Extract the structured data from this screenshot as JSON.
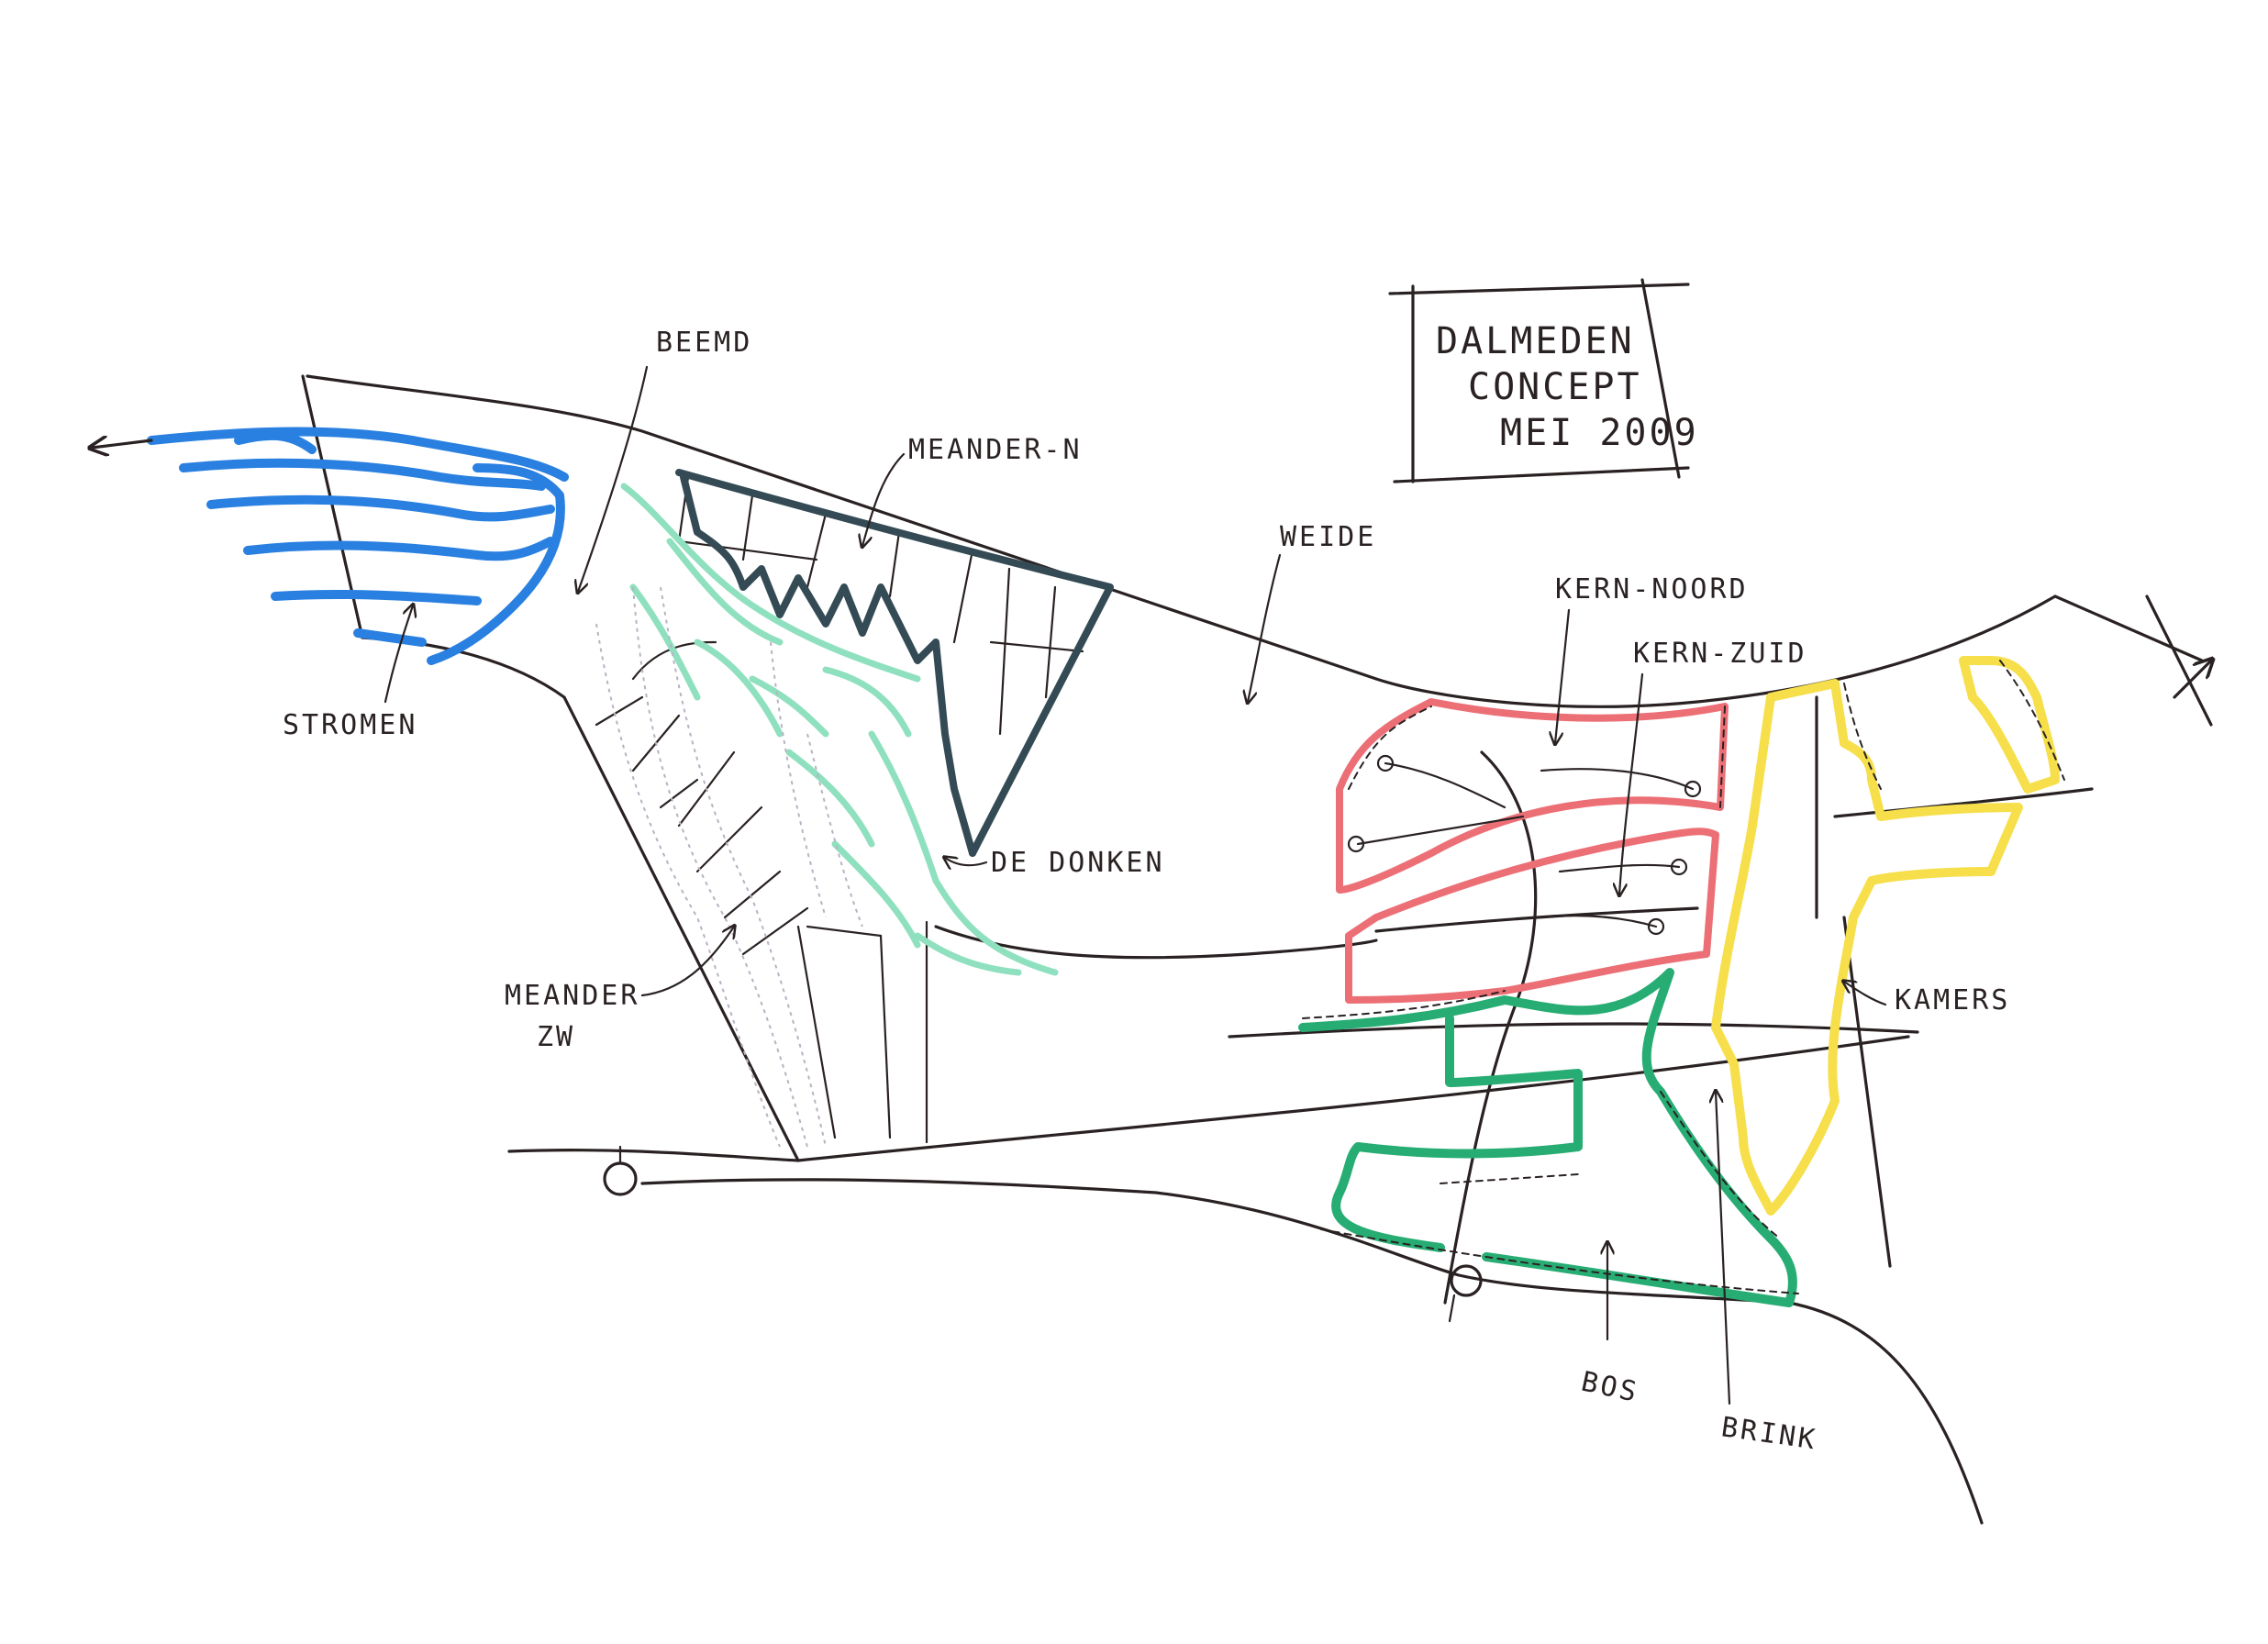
{
  "title_block": {
    "line1": "DALMEDEN",
    "line2": "CONCEPT",
    "line3": "MEI 2009"
  },
  "labels": {
    "beemd": "BEEMD",
    "meander_n": "MEANDER-N",
    "weide": "WEIDE",
    "kern_noord": "KERN-NOORD",
    "kern_zuid": "KERN-ZUID",
    "stromen": "STROMEN",
    "de_donken": "DE DONKEN",
    "meander_zw_1": "MEANDER",
    "meander_zw_2": "ZW",
    "kamers": "KAMERS",
    "bos": "BOS",
    "brink": "BRINK"
  },
  "colors": {
    "ink": "#2a2222",
    "stromen": "#2a80e0",
    "de_donken": "#8fe0bf",
    "meander_n": "#344b55",
    "kern": "#ec6f76",
    "bos": "#27ad73",
    "kamers": "#f6df4a",
    "meander_zw": "#b8b2c4"
  }
}
